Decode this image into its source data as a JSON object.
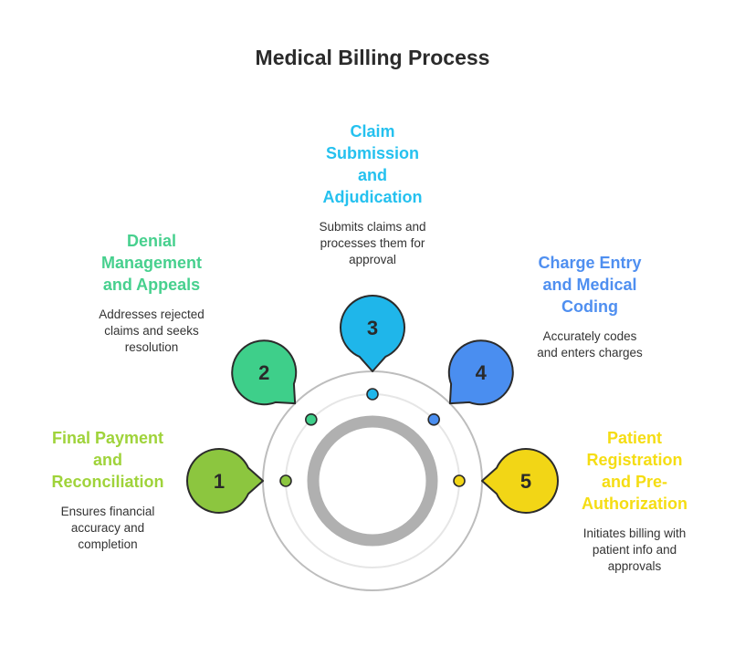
{
  "title": "Medical Billing Process",
  "colors": {
    "outer_ring": "#bdbdbd",
    "track_ring": "#e6e6e6",
    "center_ring": "#b0b0b0",
    "outline": "#2b2b2b"
  },
  "steps": [
    {
      "number": "1",
      "title_lines": [
        "Final Payment",
        "and",
        "Reconciliation"
      ],
      "desc_lines": [
        "Ensures financial",
        "accuracy and",
        "completion"
      ],
      "color": "#8cc63f",
      "title_color": "#9fd33a",
      "angle_deg": 180
    },
    {
      "number": "2",
      "title_lines": [
        "Denial",
        "Management",
        "and Appeals"
      ],
      "desc_lines": [
        "Addresses rejected",
        "claims and seeks",
        "resolution"
      ],
      "color": "#3ecf8a",
      "title_color": "#47d08e",
      "angle_deg": 135
    },
    {
      "number": "3",
      "title_lines": [
        "Claim",
        "Submission",
        "and",
        "Adjudication"
      ],
      "desc_lines": [
        "Submits claims and",
        "processes them for",
        "approval"
      ],
      "color": "#1fb6ea",
      "title_color": "#25c1ef",
      "angle_deg": 90
    },
    {
      "number": "4",
      "title_lines": [
        "Charge Entry",
        "and Medical",
        "Coding"
      ],
      "desc_lines": [
        "Accurately codes",
        "and enters charges"
      ],
      "color": "#4a8ef0",
      "title_color": "#4f8ff0",
      "angle_deg": 45
    },
    {
      "number": "5",
      "title_lines": [
        "Patient",
        "Registration",
        "and Pre-",
        "Authorization"
      ],
      "desc_lines": [
        "Initiates billing with",
        "patient info and",
        "approvals"
      ],
      "color": "#f2d616",
      "title_color": "#f5dd13",
      "angle_deg": 0
    }
  ]
}
